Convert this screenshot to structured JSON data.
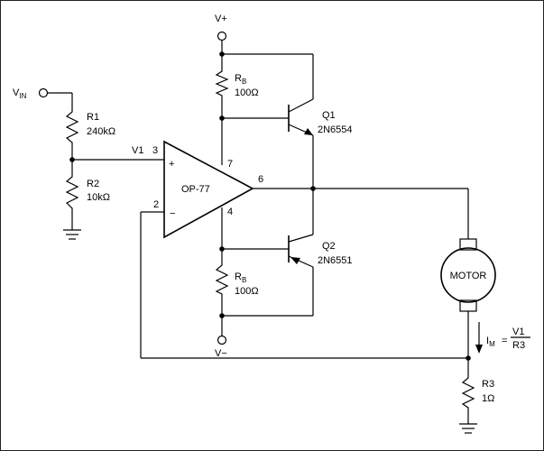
{
  "labels": {
    "vplus": "V+",
    "vminus": "V−",
    "vin_main": "V",
    "vin_sub": "IN",
    "r1_name": "R1",
    "r1_value": "240kΩ",
    "r2_name": "R2",
    "r2_value": "10kΩ",
    "v1": "V1",
    "pin3": "3",
    "pin2": "2",
    "pin7": "7",
    "pin6": "6",
    "pin4": "4",
    "plus": "+",
    "minus": "−",
    "opamp": "OP-77",
    "rb_top_main": "R",
    "rb_top_sub": "B",
    "rb_top_value": "100Ω",
    "rb_bot_main": "R",
    "rb_bot_sub": "B",
    "rb_bot_value": "100Ω",
    "q1_name": "Q1",
    "q1_part": "2N6554",
    "q2_name": "Q2",
    "q2_part": "2N6551",
    "motor": "MOTOR",
    "im_main": "I",
    "im_sub": "M",
    "im_eq": "=",
    "im_num": "V1",
    "im_den": "R3",
    "r3_name": "R3",
    "r3_value": "1Ω"
  }
}
